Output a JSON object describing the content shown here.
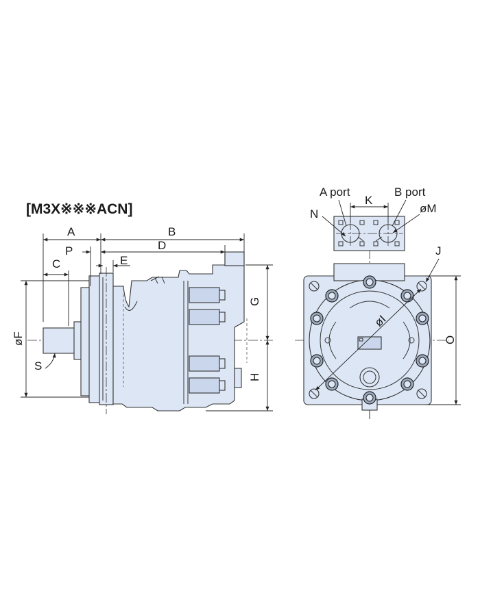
{
  "title": "[M3X※※※ACN]",
  "side_view": {
    "labels": {
      "A": "A",
      "B": "B",
      "C": "C",
      "D": "D",
      "E": "E",
      "P": "P",
      "F": "øF",
      "S": "S",
      "G": "G",
      "H": "H"
    }
  },
  "end_view": {
    "labels": {
      "a_port": "A port",
      "b_port": "B port",
      "K": "K",
      "N": "N",
      "M": "øM",
      "J": "J",
      "I": "øI",
      "O": "O"
    }
  },
  "colors": {
    "body_fill": "#dde6f5",
    "line": "#333333"
  }
}
